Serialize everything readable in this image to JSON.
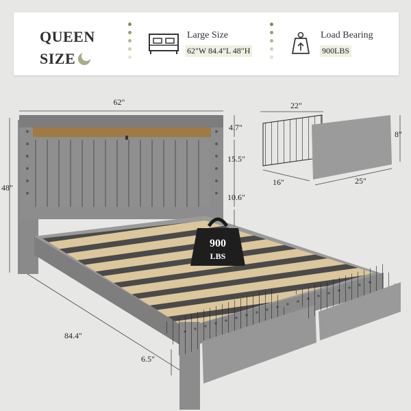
{
  "banner": {
    "size_line1": "QUEEN",
    "size_line2": "SIZE",
    "size_feature": {
      "title": "Large Size",
      "value": "62\"W 84.4\"L 48\"H",
      "icon": "bed-icon"
    },
    "load_feature": {
      "title": "Load Bearing",
      "value": "900LBS",
      "icon": "weight-icon"
    }
  },
  "weight": {
    "line1": "900",
    "line2": "LBS"
  },
  "dimensions": {
    "bed_width": "62\"",
    "bed_height": "48\"",
    "shelf_height": "4.7\"",
    "headboard_panel": "15.5\"",
    "headboard_gap": "10.6\"",
    "bed_length": "84.4\"",
    "leg_height": "6.5\"",
    "drawer_width": "22\"",
    "drawer_height": "8\"",
    "drawer_depth_side": "16\"",
    "drawer_length": "25\""
  },
  "colors": {
    "accent": "#7d8a5a",
    "fabric": "#8c8c8c",
    "wood": "#d9c49a"
  }
}
